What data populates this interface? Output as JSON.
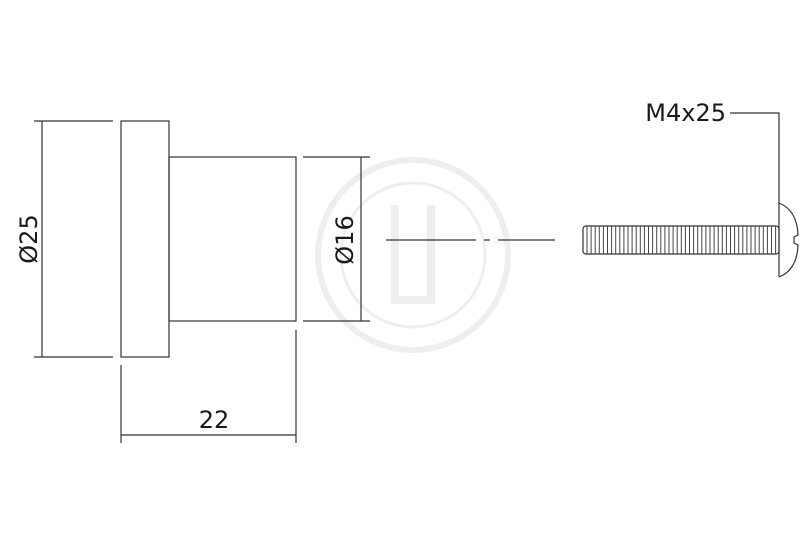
{
  "dimensions": {
    "outer_diameter": "Ø25",
    "body_diameter": "Ø16",
    "length": "22"
  },
  "screw": {
    "label": "M4x25"
  },
  "colors": {
    "line": "#333333",
    "watermark": "#eeeeee"
  }
}
